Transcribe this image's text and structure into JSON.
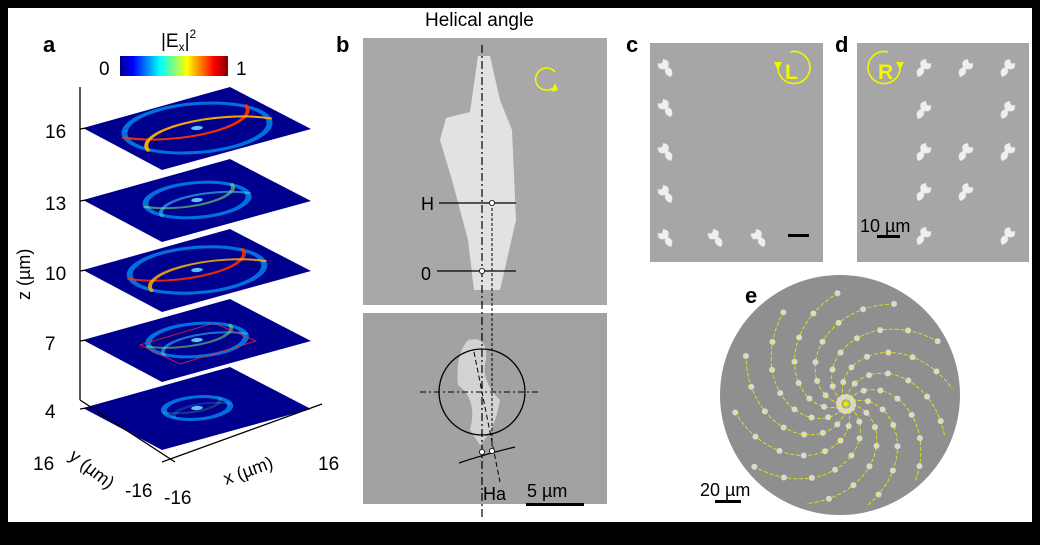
{
  "panel_a": {
    "label": "a",
    "colorbar": {
      "title_main": "|E",
      "title_sub": "x",
      "title_sup": "2",
      "min_label": "0",
      "max_label": "1"
    },
    "z_ticks": [
      "16",
      "13",
      "10",
      "7",
      "4"
    ],
    "z_axis_label": "z (µm)",
    "y_axis_label": "y (µm)",
    "x_axis_label": "x (µm)",
    "y_tick_top": "16",
    "y_tick_bottom": "-16",
    "x_tick_left": "-16",
    "x_tick_right": "16",
    "slice_intensity": [
      0.95,
      0.55,
      0.85,
      0.5,
      0.2
    ]
  },
  "panel_b": {
    "label": "b",
    "title": "Helical angle",
    "marker_h": "H",
    "marker_0": "0",
    "angle_label": "Ha",
    "scale_bar": "5 µm"
  },
  "panel_c": {
    "label": "c",
    "handedness": "L"
  },
  "panel_d": {
    "label": "d",
    "handedness": "R",
    "scale_bar": "10 µm"
  },
  "panel_e": {
    "label": "e",
    "scale_bar": "20 µm",
    "spiral_arms": 12
  },
  "colors": {
    "sem_gray": "#a4a4a4",
    "annotation_yellow": "#f5f500",
    "field_blue": "#00008f"
  }
}
